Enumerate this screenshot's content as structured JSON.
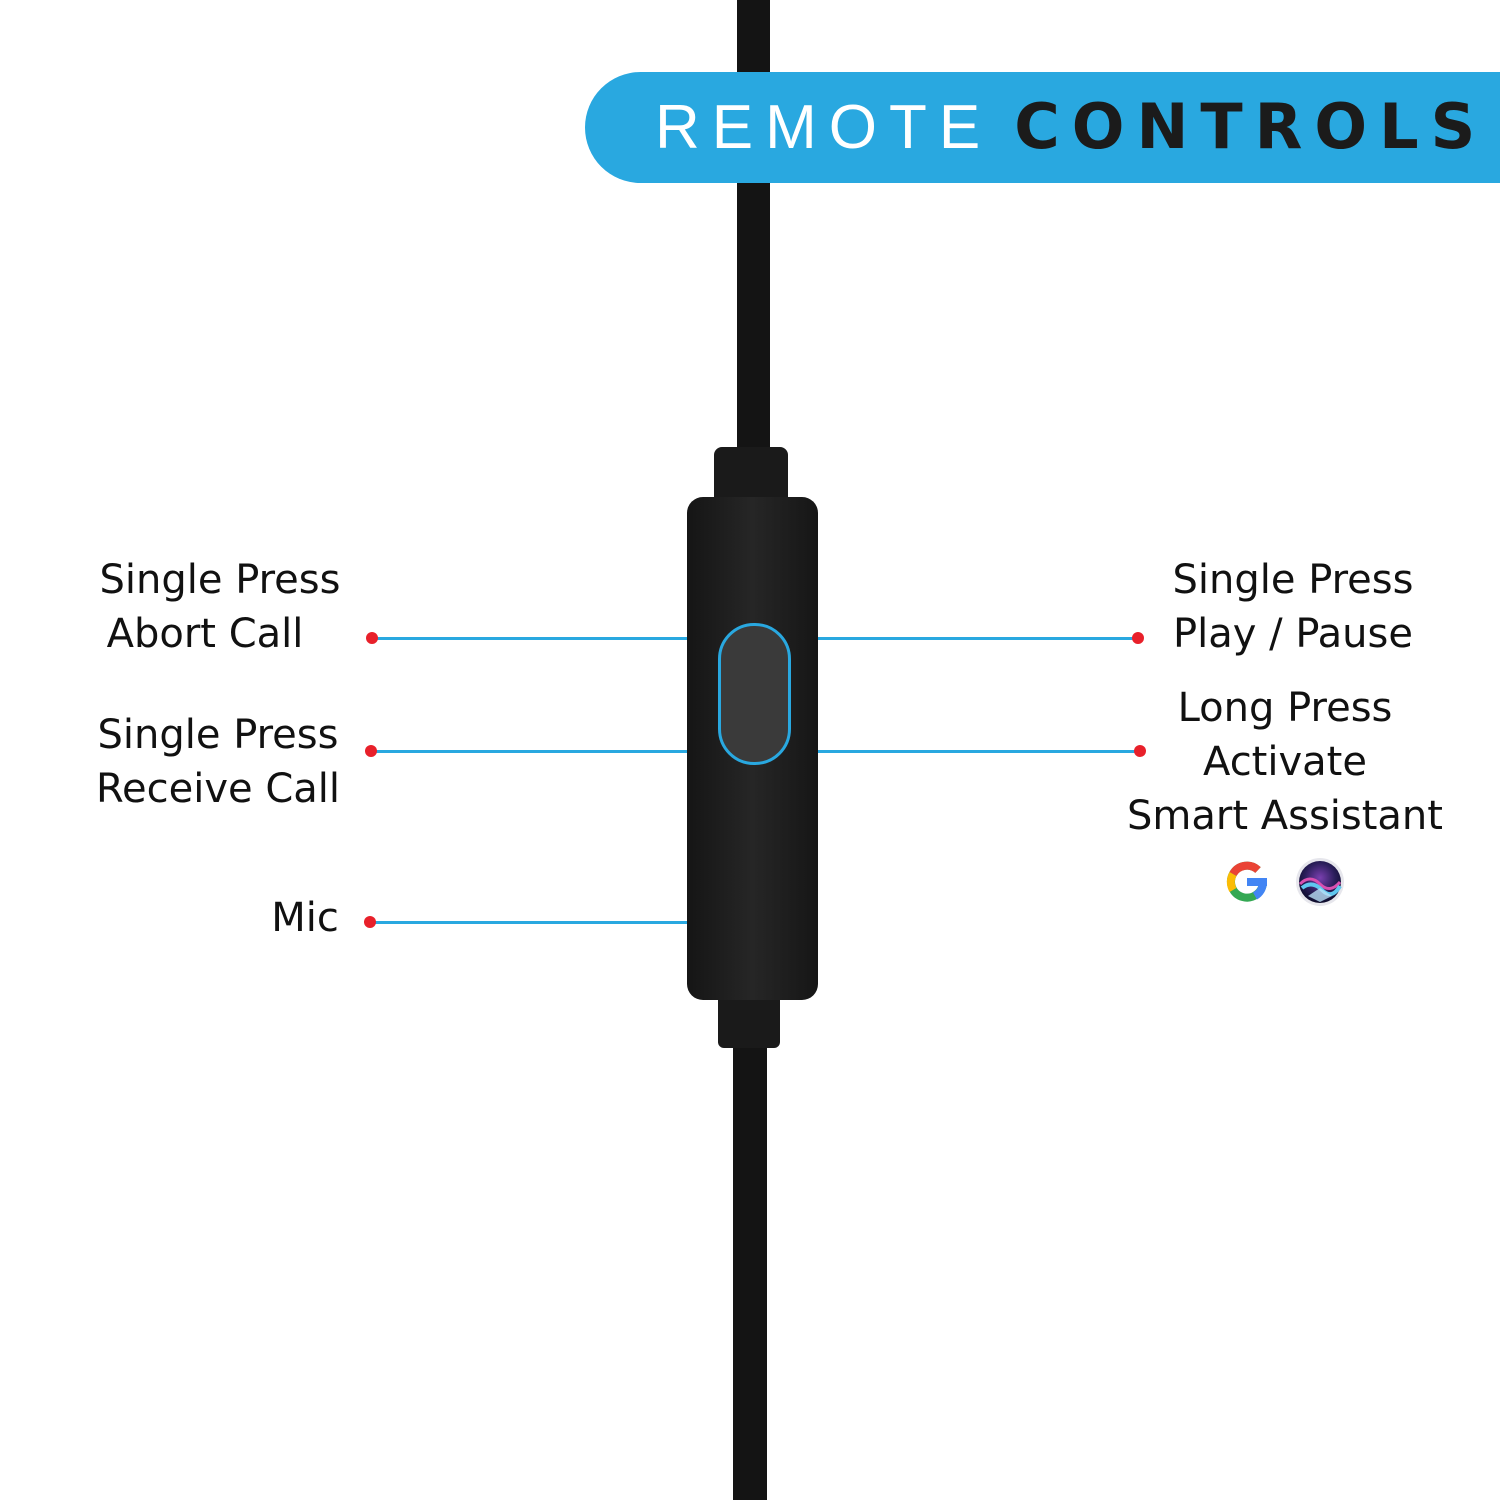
{
  "title": {
    "light": "REMOTE",
    "bold": "CONTROLS"
  },
  "callouts": {
    "left": [
      {
        "lines": [
          "Single Press",
          "Abort Call"
        ]
      },
      {
        "lines": [
          "Single Press",
          "Receive Call"
        ]
      },
      {
        "lines": [
          "Mic"
        ]
      }
    ],
    "right": [
      {
        "lines": [
          "Single Press",
          "Play / Pause"
        ]
      },
      {
        "lines": [
          "Long Press",
          "Activate",
          "Smart Assistant"
        ]
      }
    ]
  },
  "icons": [
    "google-assistant-icon",
    "siri-icon"
  ],
  "colors": {
    "accent": "#29a8e0",
    "dot": "#e8202a",
    "device": "#1c1c1c"
  }
}
